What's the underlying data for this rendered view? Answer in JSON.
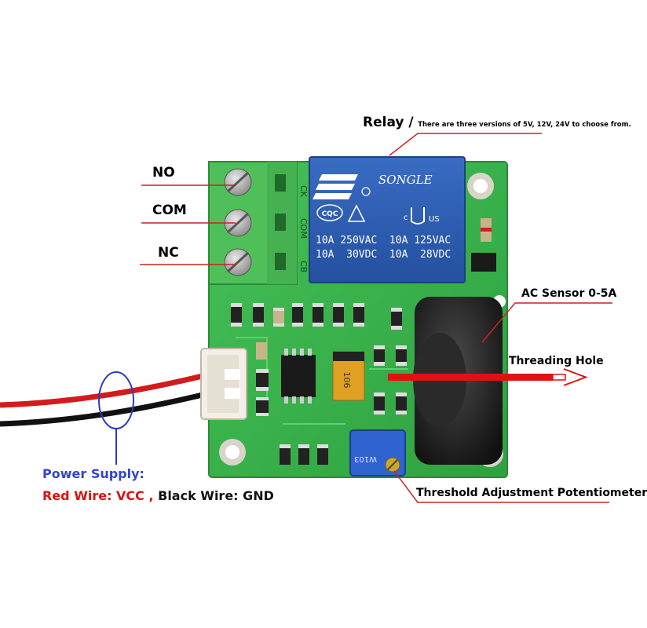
{
  "labels": {
    "no": "NO",
    "com": "COM",
    "nc": "NC",
    "relay_title": "Relay /",
    "relay_note": "There are three versions of 5V, 12V, 24V to choose from.",
    "ac_sensor": "AC Sensor 0-5A",
    "threading_hole": "Threading Hole",
    "threshold": "Threshold Adjustment Potentiometer",
    "power_supply": "Power Supply:",
    "red_wire": "Red Wire: VCC",
    "separator": " , ",
    "black_wire": "Black Wire: GND"
  },
  "relay": {
    "brand": "SONGLE",
    "line1": "10A 250VAC  10A 125VAC",
    "line2": "10A  30VDC  10A  28VDC",
    "cqc": "CQC",
    "ul": "US",
    "c": "c"
  },
  "terminal": {
    "ck": "CK",
    "com": "COM",
    "cb": "CB"
  },
  "pot_code": "W103",
  "cap_code": "106",
  "colors": {
    "pcb": "#38b24a",
    "relay": "#2f5fb4",
    "terminal": "#4fbf5a",
    "annotation": "#cc2222",
    "power_supply": "#3344cc",
    "red_wire_text": "#dd1111",
    "arrow": "#e01111"
  }
}
